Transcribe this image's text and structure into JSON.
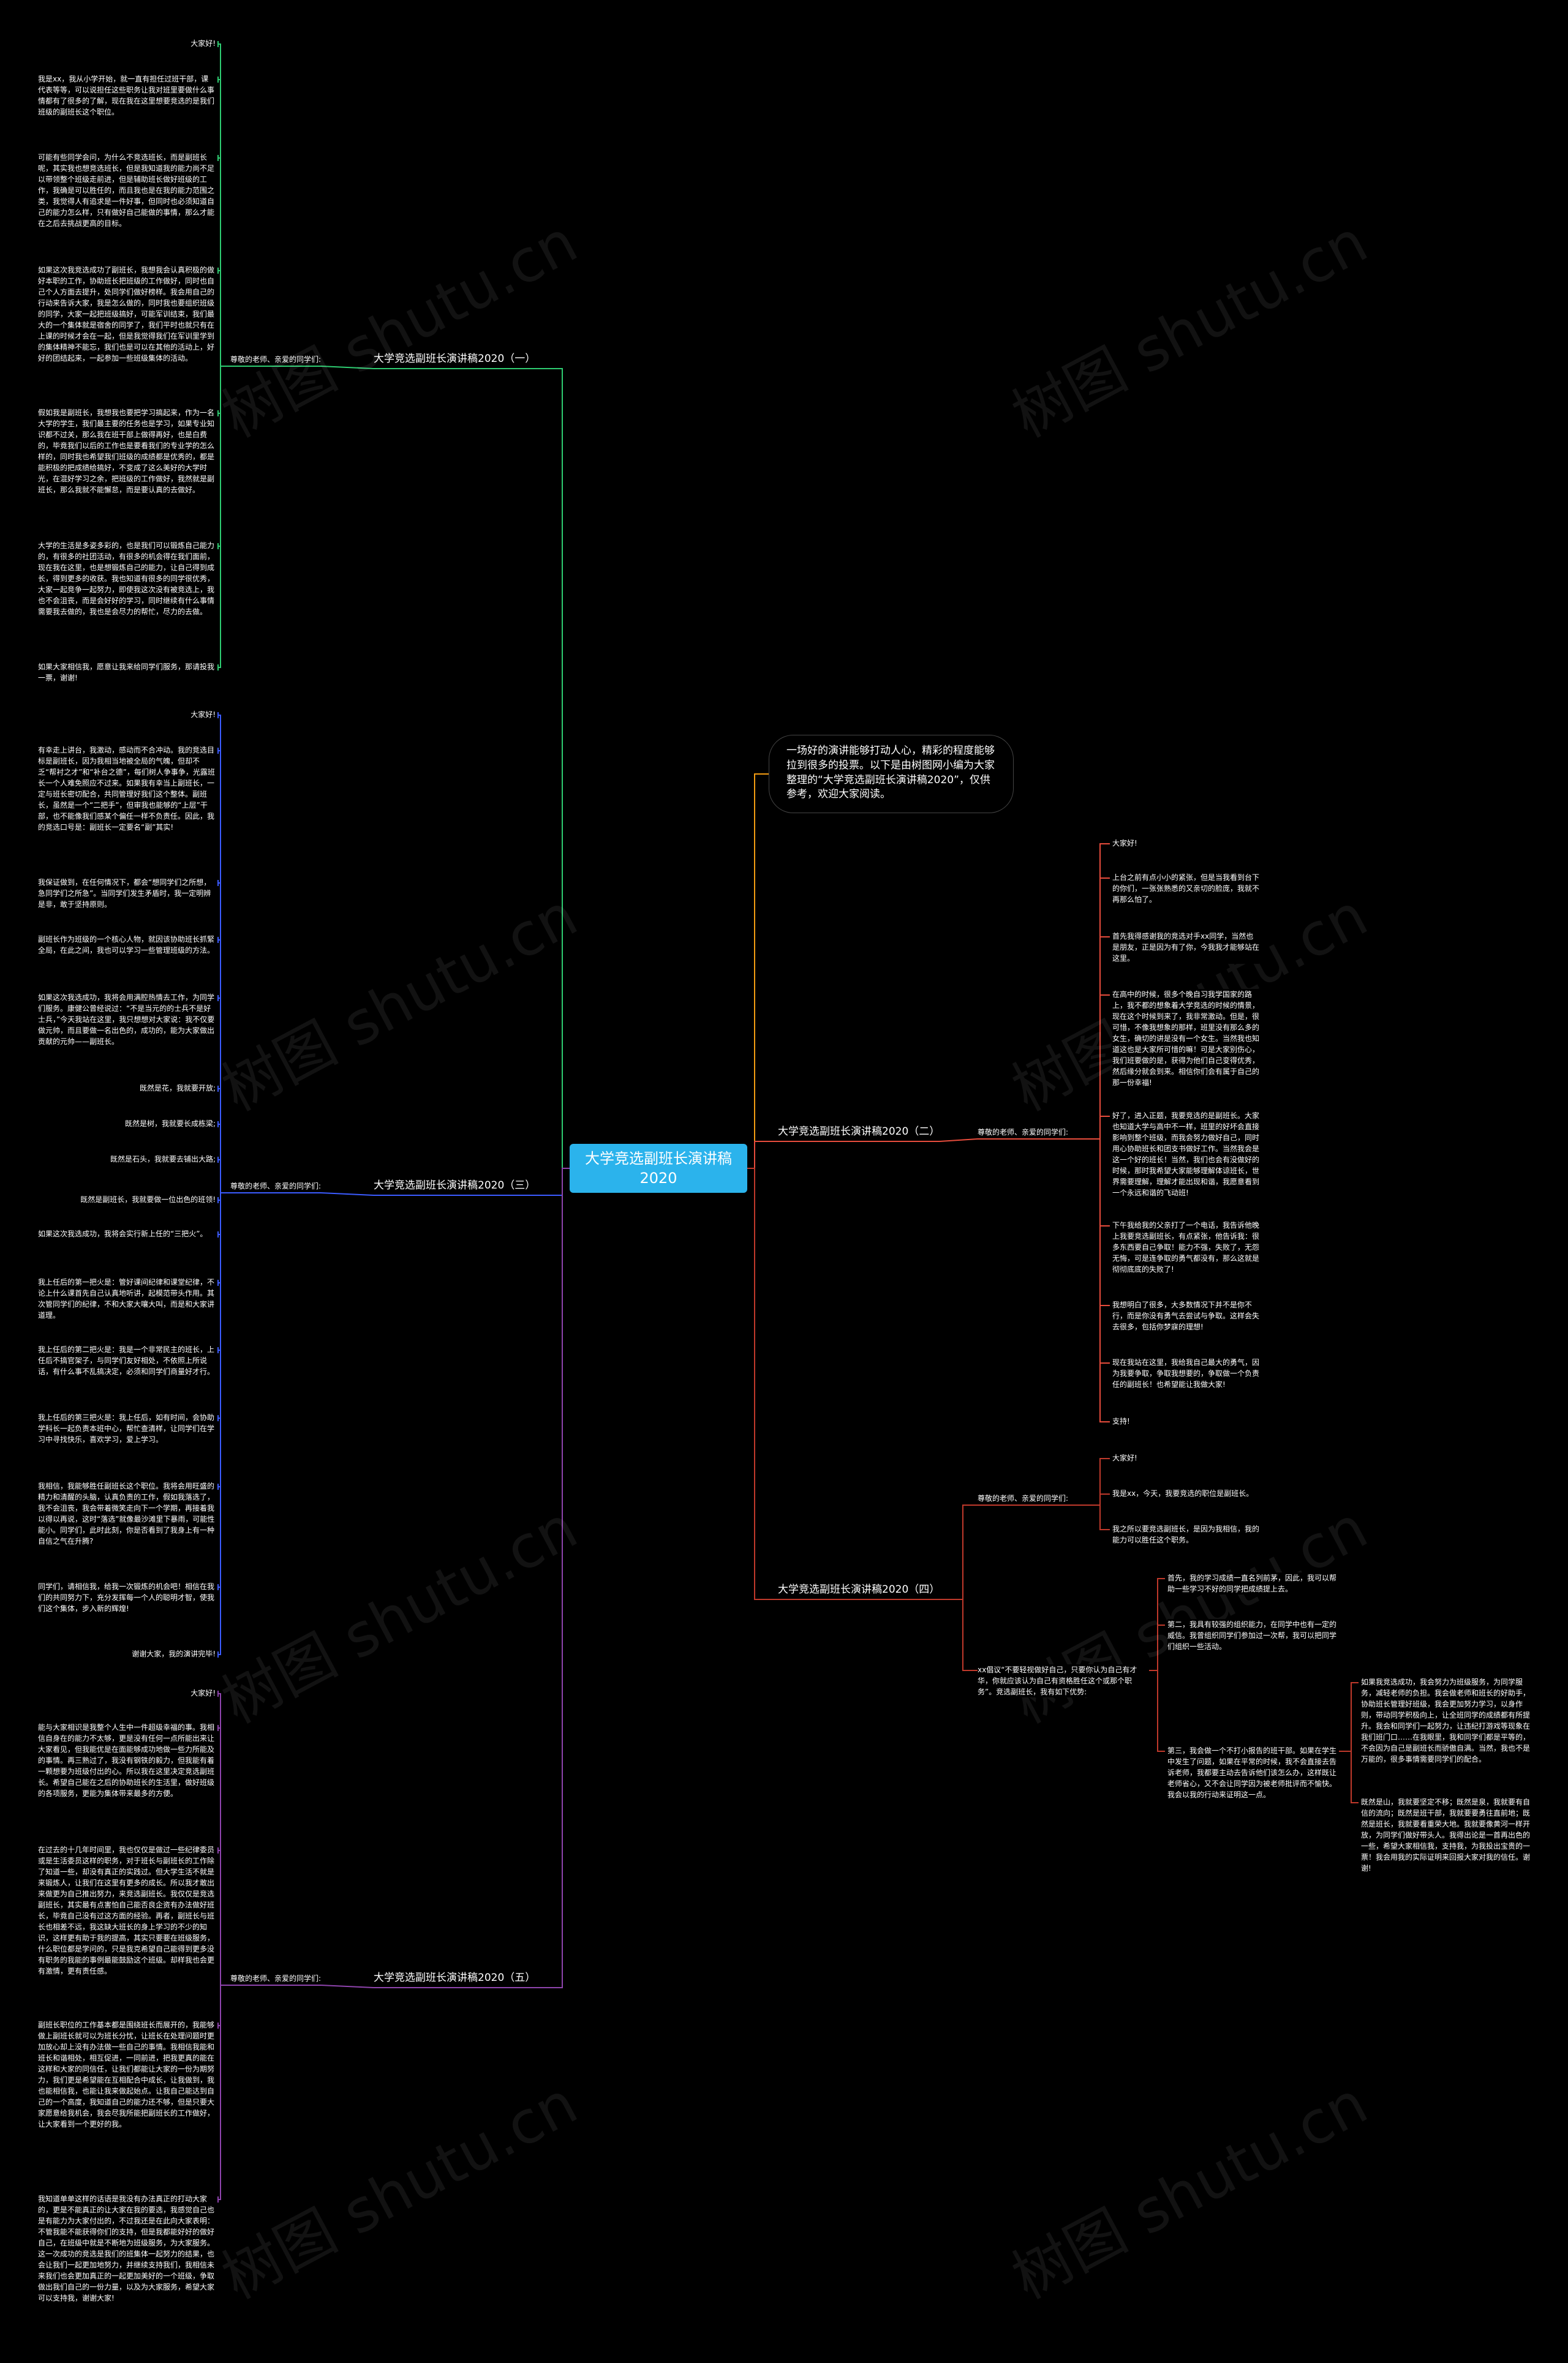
{
  "root": "大学竞选副班长演讲稿2020",
  "intro": "一场好的演讲能够打动人心，精彩的程度能够拉到很多的投票。以下是由树图网小编为大家整理的“大学竞选副班长演讲稿2020”，仅供参考，欢迎大家阅读。",
  "watermark": "树图 shutu.cn",
  "colors": {
    "b1": "#2ecc71",
    "b2": "#e74c3c",
    "b3": "#3b5bff",
    "b4": "#c0392b",
    "b5": "#8e44ad",
    "intro": "#f39c12",
    "root": "#2bb3ec"
  },
  "branches": {
    "b1": {
      "title": "大学竞选副班长演讲稿2020（一）",
      "mid": "尊敬的老师、亲爱的同学们:",
      "leaves": [
        "大家好!",
        "我是xx，我从小学开始，就一直有担任过班干部，课代表等等，可以说担任这些职务让我对班里要做什么事情都有了很多的了解，现在我在这里想要竞选的是我们班级的副班长这个职位。",
        "可能有些同学会问，为什么不竞选班长，而是副班长呢，其实我也想竞选班长，但是我知道我的能力尚不足以带领整个班级走前进，但是辅助班长做好班级的工作，我确是可以胜任的，而且我也是在我的能力范围之类，我觉得人有追求是一件好事，但同时也必须知道自己的能力怎么样，只有做好自己能做的事情，那么才能在之后去挑战更高的目标。",
        "如果这次我竞选成功了副班长，我想我会认真积极的做好本职的工作，协助班长把班级的工作做好，同时也自己个人方面去提升，处同学们做好榜样。我会用自己的行动来告诉大家，我是怎么做的，同时我也要组织班级的同学，大家一起把班级搞好，可能军训结束，我们最大的一个集体就是宿舍的同学了，我们平时也就只有在上课的时候才会在一起，但是我觉得我们在军训里学到的集体精神不能忘，我们也是可以在其他的活动上，好好的团结起来，一起参加一些班级集体的活动。",
        "假如我是副班长，我想我也要把学习搞起来，作为一名大学的学生，我们最主要的任务也是学习，如果专业知识都不过关，那么我在班干部上做得再好，也是白费的，毕竟我们以后的工作也是要看我们的专业学的怎么样的，同时我也希望我们班级的成绩都是优秀的，都是能积极的把成绩给搞好，不变成了这么美好的大学时光，在混好学习之余，把班级的工作做好，我然就是副班长，那么我就不能懈怠，而是要认真的去做好。",
        "大学的生活是多姿多彩的，也是我们可以锻炼自己能力的，有很多的社团活动，有很多的机会得在我们面前，现在我在这里，也是想锻炼自己的能力，让自己得到成长，得到更多的收获。我也知道有很多的同学很优秀，大家一起竞争一起努力，即使我这次没有被竞选上，我也不会沮丧，而是会好好的学习，同时继续有什么事情需要我去做的，我也是会尽力的帮忙，尽力的去做。",
        "如果大家相信我，愿意让我来给同学们服务，那请投我一票，谢谢!"
      ]
    },
    "b2": {
      "title": "大学竞选副班长演讲稿2020（二）",
      "mid": "尊敬的老师、亲爱的同学们:",
      "leaves": [
        "大家好!",
        "上台之前有点小小的紧张，但是当我看到台下的你们，一张张熟悉的又亲切的脸庞，我就不再那么怕了。",
        "首先我得感谢我的竞选对手xx同学，当然也是朋友，正是因为有了你，今我我才能够站在这里。",
        "在高中的时候，很多个晚自习我学国家的路上，我不都的想象着大学竞选的时候的情景，现在这个时候到来了，我非常激动。但是，很可惜，不像我想象的那样，班里没有那么多的女生，确切的讲是没有一个女生。当然我也知道这也是大家所可惜的嘛！可是大家别伤心，我们班要做的是，获得为他们自己变得优秀，然后缘分就会到来。相信你们会有属于自己的那一份幸福!",
        "好了，进入正题，我要竞选的是副班长。大家也知道大学与高中不一样，班里的好坏会直接影响到整个班级，而我会努力做好自己，同时用心协助班长和团支书做好工作。当然我会是这一个好的班长！当然，我们也会有没做好的时候，那时我希望大家能够理解体谅班长，世界需要理解，理解才能出现和谐，我愿意看到一个永远和谐的飞动班!",
        "下午我给我的父亲打了一个电话，我告诉他晚上我要竞选副班长，有点紧张，他告诉我：很多东西要自己争取！能力不强，失败了，无怨无悔，可是连争取的勇气都没有，那么这就是彻彻底底的失败了!",
        "我想明白了很多，大多数情况下并不是你不行，而是你没有勇气去尝试与争取。这样会失去很多，包括你梦寐的理想!",
        "现在我站在这里，我给我自己最大的勇气，因为我要争取，争取我想要的，争取做一个负责任的副班长！也希望能让我做大家!",
        "支持!"
      ]
    },
    "b3": {
      "title": "大学竞选副班长演讲稿2020（三）",
      "mid": "尊敬的老师、亲爱的同学们:",
      "leaves": [
        "大家好!",
        "有幸走上讲台，我激动，感动而不合冲动。我的竞选目标是副班长，因为我相当地被全局的气魄，但却不乏“帮衬之才”和“补台之德”，每们树人争事争，光露班长一个人难免照应不过来。如果我有幸当上副班长，一定与班长密切配合，共同管理好我们这个整体。副班长，虽然是一个“二把手”，但审我也能够的“上层”干部，也不能像我们感某个偏任一样不负责任。因此，我的竞选口号是：副班长一定要名“副”其实!",
        "我保证做到，在任何情况下，都会“想同学们之所想，急同学们之所急”。当同学们发生矛盾时，我一定明辨是非，敢于坚持原则。",
        "副班长作为班级的一个核心人物，就因该协助班长抓緊全局，在此之间，我也可以学习一些管理班级的方法。",
        "如果这次我选成功，我将会用满腔热情去工作，为同学们服务。康健公曾经说过：“不是当元的的士兵不是好士兵，”今天我站在这里，我只想想对大家说：我不仅要做元帅，而且要做一名出色的，成功的，能为大家做出贡献的元帅——副班长。",
        "既然是花，我就要开放;",
        "既然是树，我就要长成栋梁;",
        "既然是石头，我就要去铺出大路;",
        "既然是副班长，我就要做一位出色的班领!",
        "如果这次我选成功，我将会实行新上任的“三把火”。",
        "我上任后的第一把火是：管好课间纪律和课堂纪律，不论上什么课首先自己认真地听讲，起模范带头作用。其次管同学们的纪律，不和大家大嚷大叫，而是和大家讲道理。",
        "我上任后的第二把火是：我是一个非常民主的班长，上任后不搞官架子，与同学们友好相处，不依照上所说话，有什么事不乱搞决定，必须和同学们商量好才行。",
        "我上任后的第三把火是：我上任后，如有时间，会协助学科长一起负责本班中心，帮忙查清样，让同学们在学习中寻找快乐，喜欢学习，爱上学习。",
        "我相信，我能够胜任副班长这个职位。我将会用旺盛的精力和清醒的头脑，认真负责的工作，假如我落选了，我不会沮丧，我会带着微笑走向下一个学期，再接着我以得以再说，这时“落选”就像最沙滩里下暴雨，可能性能小。同学们，此时此刻，你是否看到了我身上有一种自信之气在升腾?",
        "同学们，请相信我，给我一次锻炼的机会吧！相信在我们的共同努力下，充分发挥每一个人的聪明才智，使我们这个集体，步入新的辉煌!",
        "谢谢大家，我的演讲完毕!"
      ]
    },
    "b4": {
      "title": "大学竞选副班长演讲稿2020（四）",
      "mid": "尊敬的老师、亲爱的同学们:",
      "leaves": [
        "大家好!",
        "我是xx，今天，我要竞选的职位是副班长。",
        "我之所以要竞选副班长，是因为我相信，我的能力可以胜任这个职务。"
      ],
      "mid2": "xx倡议“不要轻视做好自己，只要你认为自己有才华，你就应该认为自己有资格胜任这个或那个职务”。竞选副班长，我有如下优势:",
      "leaves2": [
        "首先，我的学习成绩一直名列前茅，因此，我可以帮助一些学习不好的同学把成绩提上去。",
        "第二，我具有较强的组织能力，在同学中也有一定的威信。我曾组织同学们参加过一次帮，我可以把同学们组织一些活动。",
        "第三，我会做一个不打小报告的班干部。如果在学生中发生了问题，如果在平常的时候，我不会直接去告诉老师，我都要主动去告诉他们该怎么办，这样既让老师省心，又不会让同学因为被老师批评而不愉快。我会以我的行动来证明这一点。"
      ],
      "leaves3": [
        "如果我竞选成功，我会努力为班级服务，为同学服务，减轻老师的负担。我会做老师和班长的好助手，协助班长管理好班级，我会更加努力学习，以身作则，带动同学积极向上，让全班同学的成绩都有所提升。我会和同学们一起努力，让违纪打游戏等现象在我们班门口……在我眼里，我和同学们都是平等的，不会因为自己是副班长而骄傲自满。当然，我也不是万能的，很多事情需要同学们的配合。",
        "既然是山，我就要坚定不移；既然是泉，我就要有自信的流向；既然是班干部，我就要要勇往直前地；既然是班长，我就要看重荣大地。我就要像黄河一样开放，为同学们做好带头人。我得出论是一首再出色的一些，希望大家相信我，支持我，为我投出宝贵的一票！我会用我的实际证明来回报大家对我的信任。谢谢!"
      ]
    },
    "b5": {
      "title": "大学竞选副班长演讲稿2020（五）",
      "mid": "尊敬的老师、亲爱的同学们:",
      "leaves": [
        "大家好!",
        "能与大家相识是我整个人生中一件超级幸福的事。我相信自身在的能力不太够，更是没有任何一点所能出来让大家看见，但我能优是在面能够成功地做一些力所能及的事情。再三熟过了，我没有钢铁的毅力，但我能有着一颗想要为班级付出的心。所以我在这里决定竞选副班长。希望自己能在之后的协助班长的生活里，做好班级的各项服务，更能为集体带来最多的方便。",
        "在过去的十几年时间里，我也仅仅是做过一些纪律委员或是生活委员这样的职务，对于班长与副班长的工作除了知道一些，却没有真正的实践过。但大学生活不就是来锻炼人，让我们在这里有更多的成长。所以我才敢出来做更为自己推出努力，来竞选副班长。我仅仅是竞选副班长，其实最有点害怕自己能否良企资有办法做好班长，毕竟自己没有过这方面的经验。再者，副班长与班长也相差不远，我这缺大班长的身上学习的不少的知识，这样更有助于我的提高，其实只要要在班级服务，什么职位都是学问的，只是我克希望自己能得到更多没有职务的我能的事例最能鼓励这个班级。却样我也会更有激情，更有责任感。",
        "副班长职位的工作基本都是围绕班长而展开的，我能够做上副班长就可以为班长分忧，让班长在处理问题时更加放心却上没有办法做一些自己的事情。我相信我能和班长和谐相处，相互促进，一同前进，把我更真的能在这样和大家的同信任，让我们都能让大家的一份为期努力，我们更是希望能在互相配合中成长，让我做到，我也能相信我，也能让我来做起始点。让我自己能达到自己的一个高度，我知道自己的能力还不够，但是只要大家愿意给我机会，我会尽我所能把副班长的工作做好，让大家看到一个更好的我。",
        "我知道单单这样的话语是我没有办法真正的打动大家的，更是不能真正的让大家在我的要选，我感觉自己也是有能力为大家付出的，不过我还是在此向大家表明：不管我能不能获得你们的支持，但是我都能好好的做好自己，在班级中就是不断地为班级服务，为大家服务。这一次成功的竞选是我们的班集体一起努力的结果，也会让我们一起更加地努力，并继续支持我们，我相信未来我们也会更加真正的一起更加美好的一个班级，争取做出我们自己的一份力量，以及为大家服务，希望大家可以支持我，谢谢大家!"
      ]
    }
  }
}
